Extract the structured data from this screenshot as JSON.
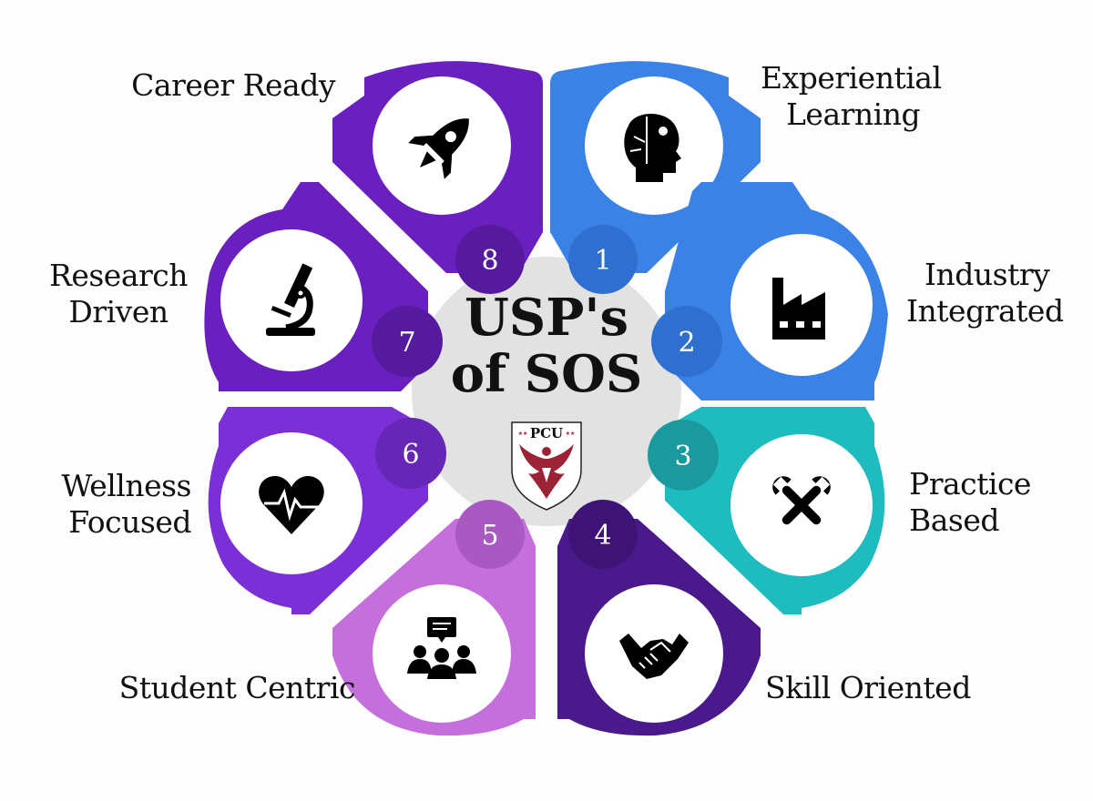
{
  "hub": {
    "title_line1": "USP's",
    "title_line2": "of SOS",
    "logo": {
      "text": "PCU",
      "stars_left": "★★",
      "stars_right": "★★",
      "color": "#9b2335"
    },
    "color": "#e2e2e2"
  },
  "items": [
    {
      "number": "1",
      "label_lines": [
        "Experiential",
        "Learning"
      ],
      "icon": "brain-gear-icon",
      "color": "#3b82e6",
      "badge_color": "#2f6fcf"
    },
    {
      "number": "2",
      "label_lines": [
        "Industry",
        "Integrated"
      ],
      "icon": "factory-icon",
      "color": "#3b82e6",
      "badge_color": "#2f6fcf"
    },
    {
      "number": "3",
      "label_lines": [
        "Practice",
        "Based"
      ],
      "icon": "crossed-wrenches-icon",
      "color": "#1fbcbf",
      "badge_color": "#1a9a9c"
    },
    {
      "number": "4",
      "label_lines": [
        "Skill Oriented"
      ],
      "icon": "handshake-icon",
      "color": "#4a1a8c",
      "badge_color": "#3d1475"
    },
    {
      "number": "5",
      "label_lines": [
        "Student Centric"
      ],
      "icon": "group-discussion-icon",
      "color": "#c46fdc",
      "badge_color": "#a95ac2"
    },
    {
      "number": "6",
      "label_lines": [
        "Wellness",
        "Focused"
      ],
      "icon": "heart-pulse-icon",
      "color": "#7b2fd6",
      "badge_color": "#6626b6"
    },
    {
      "number": "7",
      "label_lines": [
        "Research",
        "Driven"
      ],
      "icon": "microscope-icon",
      "color": "#6a1fbf",
      "badge_color": "#551a9e"
    },
    {
      "number": "8",
      "label_lines": [
        "Career Ready"
      ],
      "icon": "rocket-icon",
      "color": "#6a1fbf",
      "badge_color": "#551a9e"
    }
  ]
}
